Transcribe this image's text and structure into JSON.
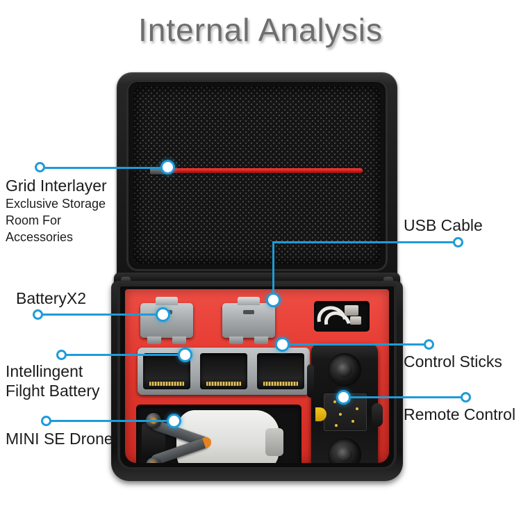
{
  "page": {
    "title": "Internal Analysis",
    "accent_color": "#1f9bd8",
    "foam_color": "#e3382f",
    "shell_color": "#151515",
    "title_color": "#6e6e6e"
  },
  "callouts": [
    {
      "id": "grid-interlayer",
      "heading": "Grid Interlayer",
      "subtitle_lines": [
        "Exclusive Storage",
        "Room For",
        "Accessories"
      ],
      "side": "left",
      "marker": "grid-interlayer-marker"
    },
    {
      "id": "battery-x2",
      "heading": "BatteryX2",
      "subtitle_lines": [],
      "side": "left",
      "marker": "battery-x2-marker"
    },
    {
      "id": "intelligent-flight-battery",
      "heading": "Intellingent",
      "subtitle_lines": [
        "Filght Battery"
      ],
      "side": "left",
      "marker": "intelligent-flight-battery-marker"
    },
    {
      "id": "mini-se-drone",
      "heading": "MINI SE Drone",
      "subtitle_lines": [],
      "side": "left",
      "marker": "mini-se-drone-marker"
    },
    {
      "id": "usb-cable",
      "heading": "USB Cable",
      "subtitle_lines": [],
      "side": "right",
      "marker": "usb-cable-marker"
    },
    {
      "id": "control-sticks",
      "heading": "Control Sticks",
      "subtitle_lines": [],
      "side": "right",
      "marker": "control-sticks-marker"
    },
    {
      "id": "remote-control",
      "heading": "Remote Control",
      "subtitle_lines": [],
      "side": "right",
      "marker": "remote-control-marker"
    }
  ],
  "labels": {
    "grid_interlayer": "Grid Interlayer",
    "grid_interlayer_sub1": "Exclusive Storage",
    "grid_interlayer_sub2": "Room For",
    "grid_interlayer_sub3": "Accessories",
    "battery_x2": "BatteryX2",
    "intelligent_line1": "Intellingent",
    "intelligent_line2": "Filght Battery",
    "mini_se_drone": "MINI SE Drone",
    "usb_cable": "USB Cable",
    "control_sticks": "Control Sticks",
    "remote_control": "Remote Control"
  },
  "product": {
    "case_type": "hard-shell carrying case",
    "lid_contents": "zippered mesh grid interlayer pocket",
    "base_contents": [
      "battery charger x2",
      "usb cable",
      "three-bay battery charging hub",
      "control sticks x4",
      "mini se drone",
      "remote control"
    ]
  }
}
